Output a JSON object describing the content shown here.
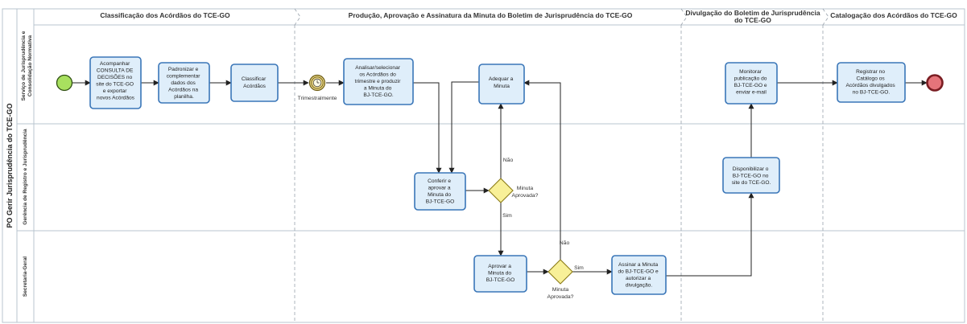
{
  "pool": {
    "title": "PO Gerir Jurisprudência do TCE-GO"
  },
  "lanes": [
    {
      "label_line1": "Serviço de Jurisprudência e",
      "label_line2": "Consolidação Normativa"
    },
    {
      "label_line1": "Gerência de Registro e Jurisprudência",
      "label_line2": ""
    },
    {
      "label_line1": "Secretaria-Geral",
      "label_line2": ""
    }
  ],
  "phases": [
    {
      "line1": "Classificação dos Acórdãos do TCE-GO",
      "line2": ""
    },
    {
      "line1": "Produção, Aprovação e Assinatura da Minuta do Boletim de Jurisprudência do TCE-GO",
      "line2": ""
    },
    {
      "line1": "Divulgação do Boletim de Jurisprudência",
      "line2": "do TCE-GO"
    },
    {
      "line1": "Catalogação dos Acórdãos do TCE-GO",
      "line2": ""
    }
  ],
  "tasks": {
    "acompanhar": [
      "Acompanhar",
      "CONSULTA DE",
      "DECISÕES no",
      "site do TCE-GO",
      "e exportar",
      "novos Acórdãos"
    ],
    "padronizar": [
      "Padronizar e",
      "complementar",
      "dados dos",
      "Acórdãos na",
      "planilha."
    ],
    "classificar": [
      "Classificar",
      "Acórdãos"
    ],
    "analisar": [
      "Analisar/selecionar",
      "os Acórdãos do",
      "trimestre e produzir",
      "a Minuta do",
      "BJ-TCE-GO."
    ],
    "adequar": [
      "Adequar a",
      "Minuta"
    ],
    "conferir": [
      "Conferir e",
      "aprovar a",
      "Minuta do",
      "BJ-TCE-GO"
    ],
    "aprovar_sg": [
      "Aprovar a",
      "Minuta do",
      "BJ-TCE-GO"
    ],
    "assinar": [
      "Assinar a Minuta",
      "do BJ-TCE-GO e",
      "autorizar a",
      "divulgação."
    ],
    "disponibilizar": [
      "Disponibilizar o",
      "BJ-TCE-GO no",
      "site do TCE-GO."
    ],
    "monitorar": [
      "Monitorar",
      "publicação do",
      "BJ-TCE-GO e",
      "enviar e-mail"
    ],
    "registrar": [
      "Registrar no",
      "Catálogo os",
      "Acórdãos divulgados",
      "no BJ-TCE-GO."
    ]
  },
  "gateways": {
    "g1": {
      "label1": "Minuta",
      "label2": "Aprovada?"
    },
    "g2": {
      "label1": "Minuta",
      "label2": "Aprovada?"
    }
  },
  "timer": {
    "label": "Trimestralmente"
  },
  "flow_labels": {
    "g1_nao": "Não",
    "g1_sim": "Sim",
    "g2_nao": "Não",
    "g2_sim": "Sim"
  },
  "colors": {
    "task_fill": "#dfeefa",
    "task_stroke": "#3a76b8",
    "start_fill": "#a8e05f",
    "end_fill": "#e5747a",
    "gateway_fill": "#f8f098",
    "timer_fill": "#ecd98a"
  }
}
